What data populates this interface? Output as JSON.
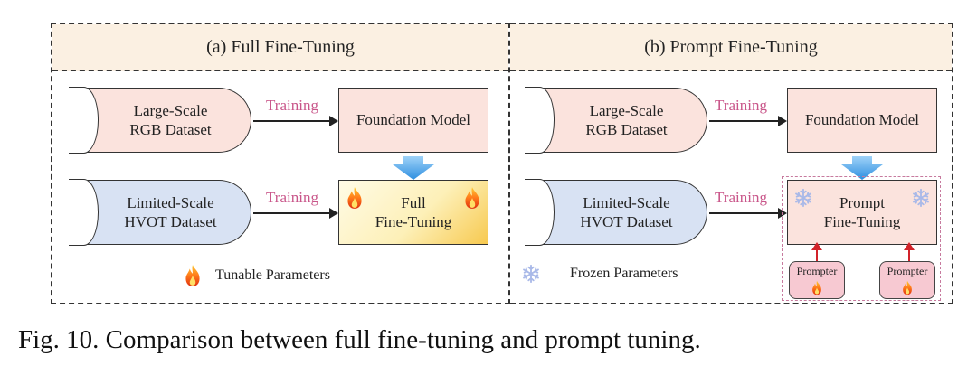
{
  "panels": {
    "a": {
      "title": "(a) Full Fine-Tuning",
      "dataset_large": [
        "Large-Scale",
        "RGB Dataset"
      ],
      "dataset_limited": [
        "Limited-Scale",
        "HVOT Dataset"
      ],
      "training_label": "Training",
      "foundation_model": "Foundation Model",
      "tuned_box": [
        "Full",
        "Fine-Tuning"
      ],
      "legend": "Tunable Parameters"
    },
    "b": {
      "title": "(b) Prompt Fine-Tuning",
      "dataset_large": [
        "Large-Scale",
        "RGB Dataset"
      ],
      "dataset_limited": [
        "Limited-Scale",
        "HVOT Dataset"
      ],
      "training_label": "Training",
      "foundation_model": "Foundation Model",
      "tuned_box": [
        "Prompt",
        "Fine-Tuning"
      ],
      "prompter": "Prompter",
      "legend": "Frozen Parameters"
    }
  },
  "caption": "Fig. 10. Comparison between full fine-tuning and prompt tuning.",
  "colors": {
    "training_text": "#c9568a",
    "header_bg": "#fbf0e2",
    "pink_box": "#fbe3dd",
    "blue_box": "#d8e2f3",
    "prompter": "#f7c9d2",
    "down_arrow": "#4aa3e8"
  }
}
